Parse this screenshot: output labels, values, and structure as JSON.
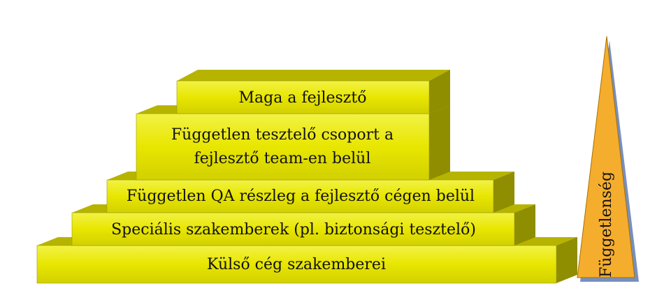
{
  "pyramid": {
    "levels": [
      {
        "lines": [
          "Maga a fejlesztő"
        ]
      },
      {
        "lines": [
          "Független tesztelő csoport a",
          "fejlesztő team-en belül"
        ]
      },
      {
        "lines": [
          "Független QA részleg a fejlesztő cégen belül"
        ]
      },
      {
        "lines": [
          "Speciális szakemberek (pl. biztonsági tesztelő)"
        ]
      },
      {
        "lines": [
          "Külső cég szakemberei"
        ]
      }
    ]
  },
  "indicator": {
    "label": "Függetlenség"
  },
  "colors": {
    "front_gradient_top": "#f2f245",
    "front_gradient_mid": "#e8e600",
    "front_gradient_bottom": "#d2d000",
    "top_face": "#b7b400",
    "side_face": "#8f8d00",
    "triangle_fill": "#f5ad2d",
    "triangle_stroke": "#a86f00",
    "triangle_shadow": "#4a6aa8"
  }
}
